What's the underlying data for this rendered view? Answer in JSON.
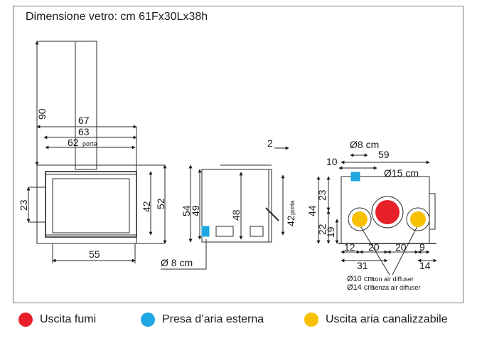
{
  "title": "Dimensione vetro: cm 61Fx30Lx38h",
  "front_view": {
    "dim_90": "90",
    "dim_67": "67",
    "dim_63": "63",
    "dim_62": "62",
    "dim_62_note": "porta",
    "dim_23": "23",
    "dim_42": "42",
    "dim_52": "52",
    "dim_55": "55"
  },
  "side_view": {
    "dim_2": "2",
    "dim_54": "54",
    "dim_49": "49",
    "dim_48": "48",
    "dim_42": "42",
    "dim_42_note": "porta",
    "air_intake_label": "Ø 8 cm"
  },
  "rear_view": {
    "dim_d8": "Ø8 cm",
    "dim_59": "59",
    "dim_10": "10",
    "dim_d15": "Ø15 cm",
    "dim_23": "23",
    "dim_44": "44",
    "dim_22": "22",
    "dim_19": "19",
    "dim_12": "12",
    "dim_20a": "20",
    "dim_20b": "20",
    "dim_9": "9",
    "dim_31": "31",
    "dim_14": "14",
    "note_air_diffuser_1_prefix": "Ø10 cm",
    "note_air_diffuser_1_text": "con air diffuser",
    "note_air_diffuser_2_prefix": "Ø14 cm",
    "note_air_diffuser_2_text": "senza air diffuser"
  },
  "legend": {
    "smoke_label": "Uscita fumi",
    "air_intake_label": "Presa d’aria esterna",
    "ducted_air_label": "Uscita aria canalizzabile"
  },
  "colors": {
    "smoke": "#e8202a",
    "air_intake": "#1ea7e0",
    "ducted_air": "#f7c000"
  }
}
